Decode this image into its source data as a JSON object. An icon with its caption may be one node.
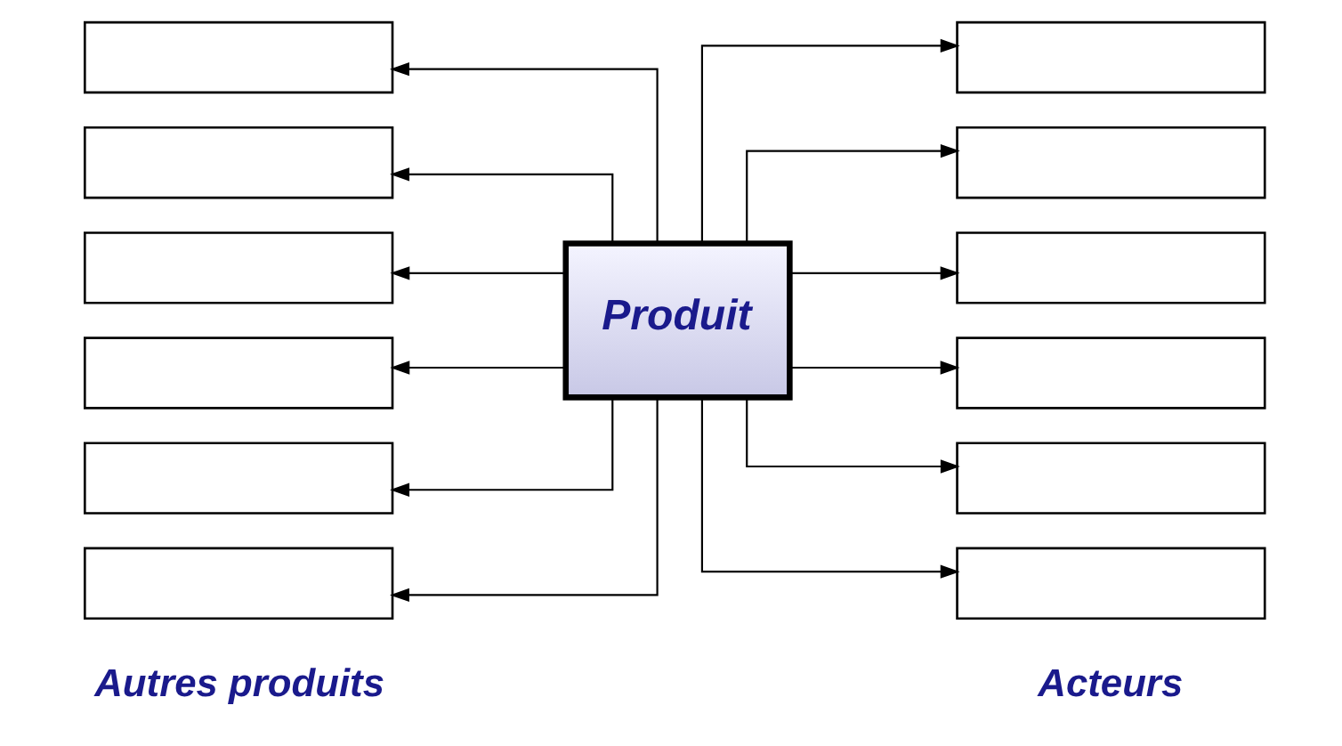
{
  "diagram": {
    "nodes": [
      {
        "text": [
          "Produit"
        ]
      },
      {
        "text": [],
        "shape": "box"
      },
      {
        "text": [],
        "shape": "box"
      },
      {
        "text": [],
        "shape": "box"
      },
      {
        "text": [],
        "shape": "box"
      },
      {
        "text": [],
        "shape": "box"
      },
      {
        "text": [],
        "shape": "box"
      },
      {
        "text": [],
        "shape": "box"
      },
      {
        "text": [],
        "shape": "box"
      },
      {
        "text": [],
        "shape": "box"
      },
      {
        "text": [],
        "shape": "box"
      },
      {
        "text": [],
        "shape": "box"
      },
      {
        "text": [],
        "shape": "box"
      }
    ],
    "edges": [
      {
        "from": 0,
        "to": 1,
        "arrow": "to"
      },
      {
        "from": 0,
        "to": 2,
        "arrow": "to"
      },
      {
        "from": 0,
        "to": 3,
        "arrow": "to"
      },
      {
        "from": 0,
        "to": 4,
        "arrow": "to"
      },
      {
        "from": 0,
        "to": 5,
        "arrow": "to"
      },
      {
        "from": 0,
        "to": 6,
        "arrow": "to"
      },
      {
        "from": 0,
        "to": 7,
        "arrow": "to"
      },
      {
        "from": 0,
        "to": 8,
        "arrow": "to"
      },
      {
        "from": 0,
        "to": 9,
        "arrow": "to"
      },
      {
        "from": 0,
        "to": 10,
        "arrow": "to"
      },
      {
        "from": 0,
        "to": 11,
        "arrow": "to"
      },
      {
        "from": 0,
        "to": 12,
        "arrow": "to"
      }
    ],
    "labels": [
      "Autres produits",
      "Acteurs"
    ]
  }
}
